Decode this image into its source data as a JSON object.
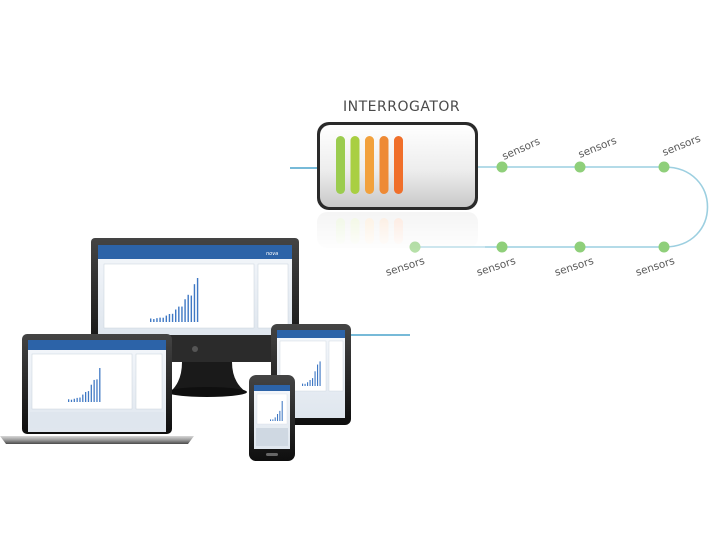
{
  "interrogator": {
    "label": "INTERROGATOR",
    "bar_colors": [
      "#9bcc4f",
      "#a9cf42",
      "#f2a13c",
      "#ee8a35",
      "#f06f2a"
    ]
  },
  "sensors": {
    "label": "sensors",
    "top_labels": [
      "sensors",
      "sensors",
      "sensors"
    ],
    "bottom_labels": [
      "sensors",
      "sensors",
      "sensors",
      "sensors"
    ],
    "line_color": "#9ccfe0",
    "node_color": "#8fcf7a"
  },
  "link_color": "#4aa3cc",
  "devices": {
    "logo_text": "nova",
    "screen_header_color": "#2c63a8"
  }
}
